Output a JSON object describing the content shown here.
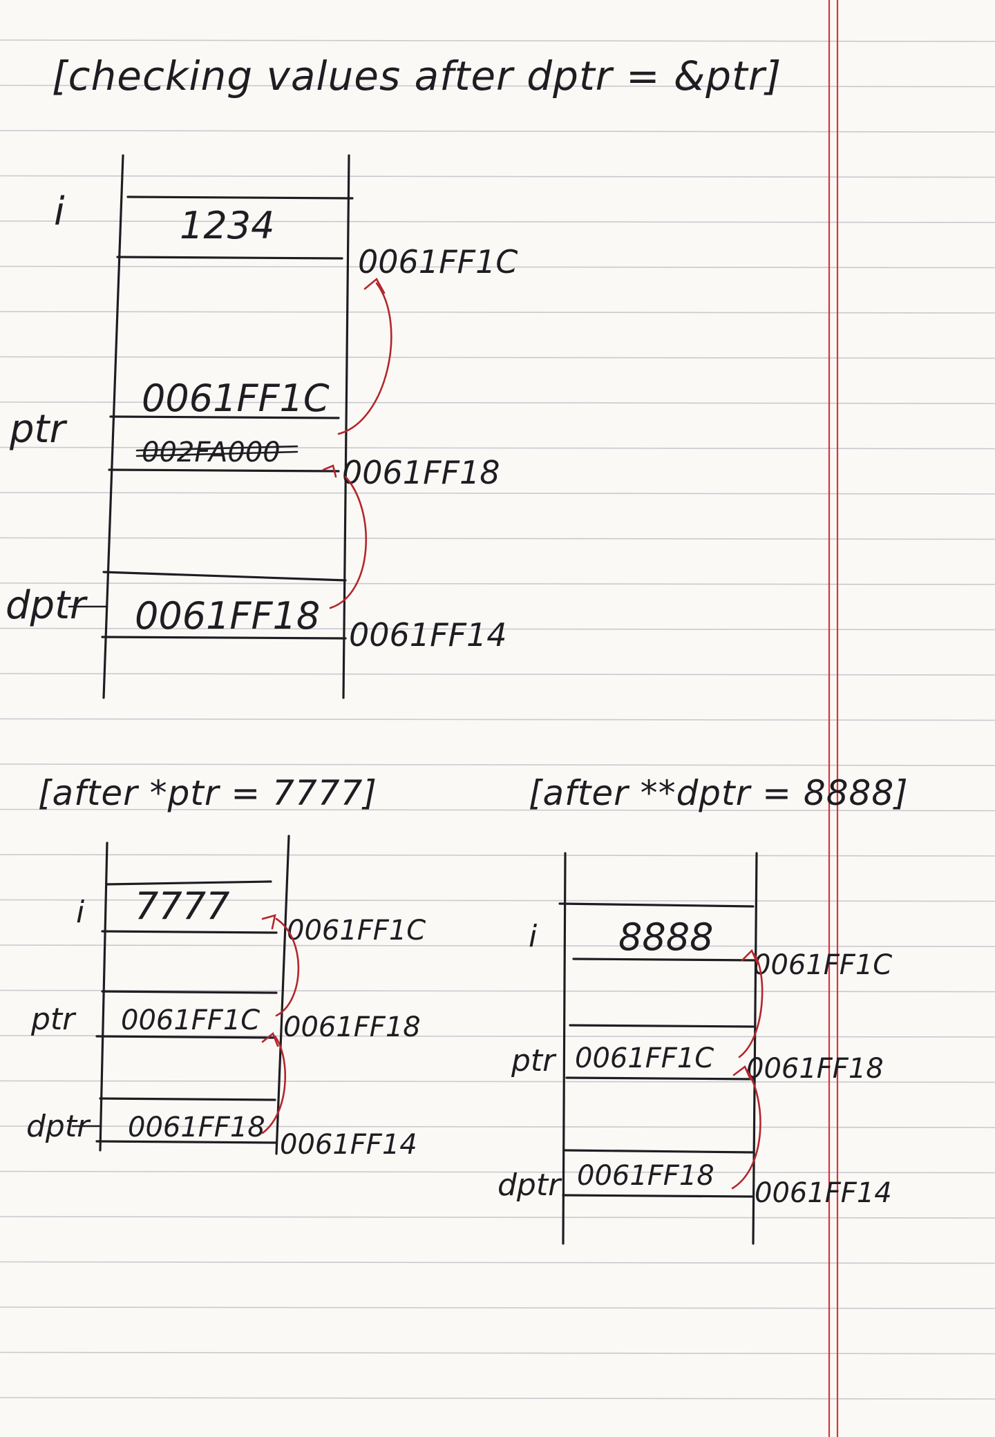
{
  "top": {
    "title": "[checking values after dptr = &ptr]",
    "labels": {
      "i": "i",
      "ptr": "ptr",
      "dptr": "dptr"
    },
    "cells": {
      "i_value": "1234",
      "ptr_value": "0061FF1C",
      "ptr_old_value": "002FA000",
      "dptr_value": "0061FF18"
    },
    "addresses": {
      "i": "0061FF1C",
      "ptr": "0061FF18",
      "dptr": "0061FF14"
    }
  },
  "left": {
    "title": "[after *ptr = 7777]",
    "labels": {
      "i": "i",
      "ptr": "ptr",
      "dptr": "dptr"
    },
    "cells": {
      "i_value": "7777",
      "ptr_value": "0061FF1C",
      "dptr_value": "0061FF18"
    },
    "addresses": {
      "i": "0061FF1C",
      "ptr": "0061FF18",
      "dptr": "0061FF14"
    }
  },
  "right": {
    "title": "[after **dptr = 8888]",
    "labels": {
      "i": "i",
      "ptr": "ptr",
      "dptr": "dptr"
    },
    "cells": {
      "i_value": "8888",
      "ptr_value": "0061FF1C",
      "dptr_value": "0061FF18"
    },
    "addresses": {
      "i": "0061FF1C",
      "ptr": "0061FF18",
      "dptr": "0061FF14"
    }
  },
  "colors": {
    "ink": "#1d1d22",
    "red_ink": "#b3262b",
    "ruled_line": "#c9c9cf",
    "margin_line": "#d9333b",
    "paper": "#fbf9f6"
  }
}
